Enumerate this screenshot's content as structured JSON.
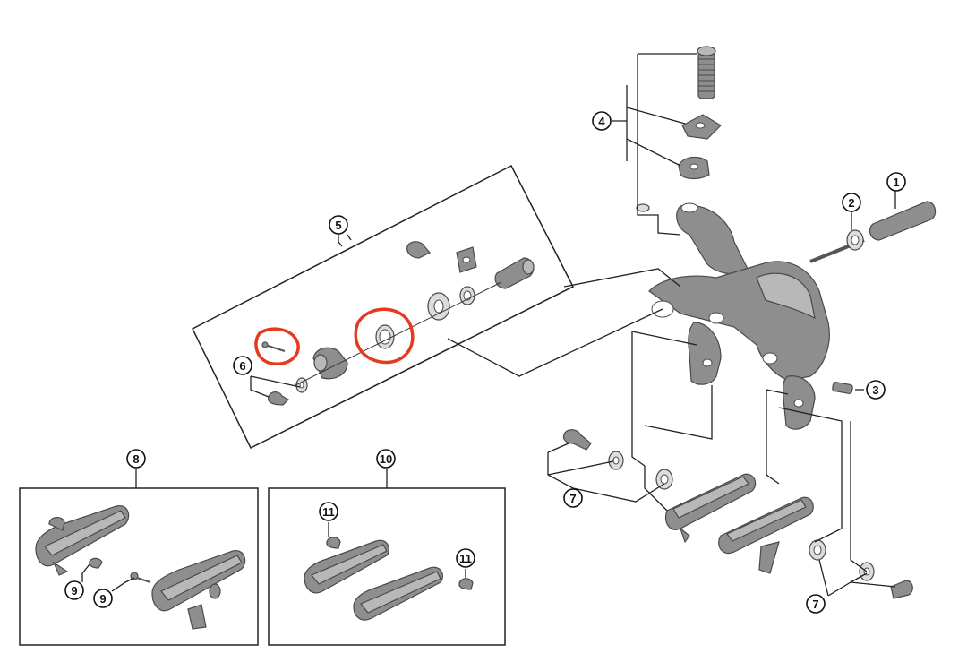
{
  "callouts": {
    "c1": "1",
    "c2": "2",
    "c3": "3",
    "c4": "4",
    "c5": "5",
    "c6": "6",
    "c7a": "7",
    "c7b": "7",
    "c8": "8",
    "c9a": "9",
    "c9b": "9",
    "c10": "10",
    "c11a": "11",
    "c11b": "11"
  },
  "colors": {
    "part": "#8e8e8e",
    "highlight": "#e53a1e"
  }
}
